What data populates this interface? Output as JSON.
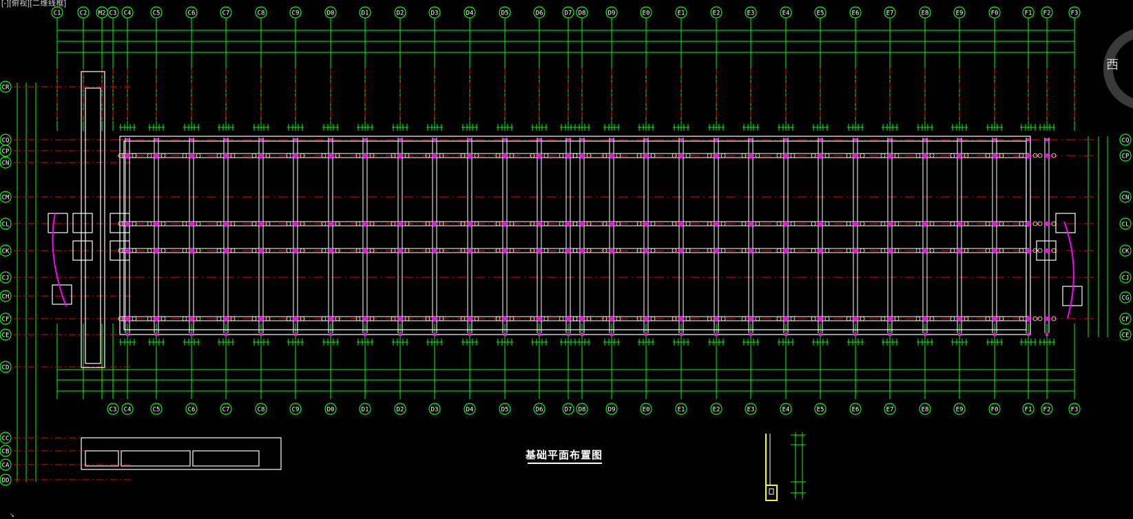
{
  "viewport": {
    "label": "[-][俯视][二维线框]"
  },
  "drawing": {
    "title": "基础平面布置图",
    "colors": {
      "axis": "#00ff00",
      "wall": "#ffffff",
      "centerline": "#ff0000",
      "column": "#ff00ff",
      "highlight": "#ffff00"
    },
    "top_axis_labels": [
      "C1",
      "C2",
      "M2",
      "C3",
      "C4",
      "C5",
      "C6",
      "C7",
      "C8",
      "C9",
      "D0",
      "D1",
      "D2",
      "D3",
      "D4",
      "D5",
      "D6",
      "D7",
      "D8",
      "D9",
      "E0",
      "E1",
      "E2",
      "E3",
      "E4",
      "E5",
      "E6",
      "E7",
      "E8",
      "E9",
      "F0",
      "F1",
      "F2",
      "F3"
    ],
    "bottom_axis_labels": [
      "C3",
      "C4",
      "C5",
      "C6",
      "C7",
      "C8",
      "C9",
      "D0",
      "D1",
      "D2",
      "D3",
      "D4",
      "D5",
      "D6",
      "D7",
      "D8",
      "D9",
      "E0",
      "E1",
      "E2",
      "E3",
      "E4",
      "E5",
      "E6",
      "E7",
      "E8",
      "E9",
      "F0",
      "F1",
      "F2",
      "F3"
    ],
    "left_axis_labels": [
      "CR",
      "CQ",
      "CP",
      "CN",
      "CM",
      "CL",
      "CK",
      "CJ",
      "CH",
      "CF",
      "CE",
      "CD",
      "CC",
      "CB",
      "CA",
      "DD"
    ],
    "right_axis_labels": [
      "CQ",
      "CP",
      "CN",
      "CL",
      "CK",
      "CJ",
      "CG",
      "CF",
      "CE"
    ]
  },
  "viewcube": {
    "label": "西"
  }
}
